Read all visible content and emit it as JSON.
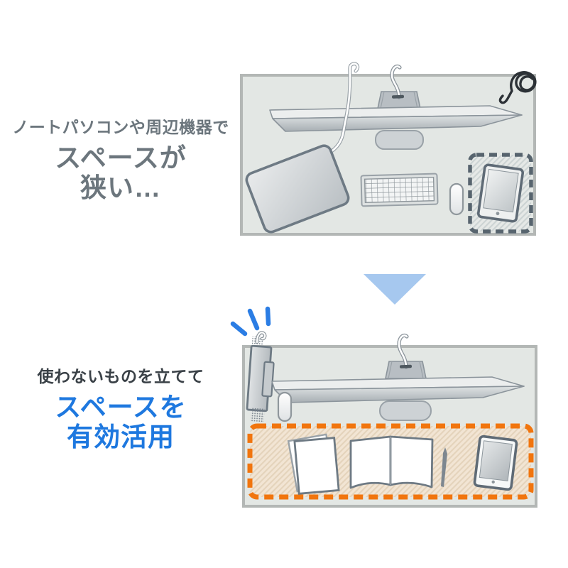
{
  "colors": {
    "text-gray": "#6c767d",
    "text-dark": "#3a4147",
    "accent-blue": "#1e78df",
    "arrow-blue": "#a6c8ef",
    "highlight-orange": "#f1750e",
    "dash-slate": "#57646e",
    "desk-bg": "#e3e7e4",
    "desk-border": "#b3b7b5",
    "attention-blue": "#2b7de4",
    "scribble-dark": "#2c3136"
  },
  "before": {
    "caption": {
      "line1": "ノートパソコンや周辺機器で",
      "line2": "スペースが",
      "line3": "狭い…"
    },
    "illustration": {
      "desk_items": [
        "monitor",
        "laptop",
        "keyboard",
        "mouse",
        "tablet"
      ],
      "highlight": "tablet-area-dashed-box",
      "icon": "scribble-clutter-icon"
    }
  },
  "arrow": {
    "icon": "down-arrow-triangle"
  },
  "after": {
    "caption": {
      "line1": "使わないものを立てて",
      "line2": "スペースを",
      "line3": "有効活用"
    },
    "illustration": {
      "desk_items": [
        "vertical-holder",
        "monitor",
        "mouse",
        "notebooks",
        "open-book",
        "pen",
        "tablet"
      ],
      "highlight": "freed-space-dashed-box",
      "icon": "attention-lines-icon"
    }
  }
}
